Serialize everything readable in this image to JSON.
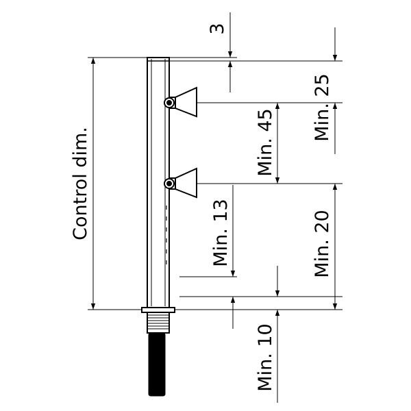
{
  "labels": {
    "control_dim": "Control dim.",
    "dim_3": "3",
    "dim_25": "Min. 25",
    "dim_45": "Min. 45",
    "dim_13": "Min. 13",
    "dim_20": "Min. 20",
    "dim_10": "Min. 10"
  },
  "colors": {
    "line": "#000000",
    "background": "#ffffff"
  }
}
